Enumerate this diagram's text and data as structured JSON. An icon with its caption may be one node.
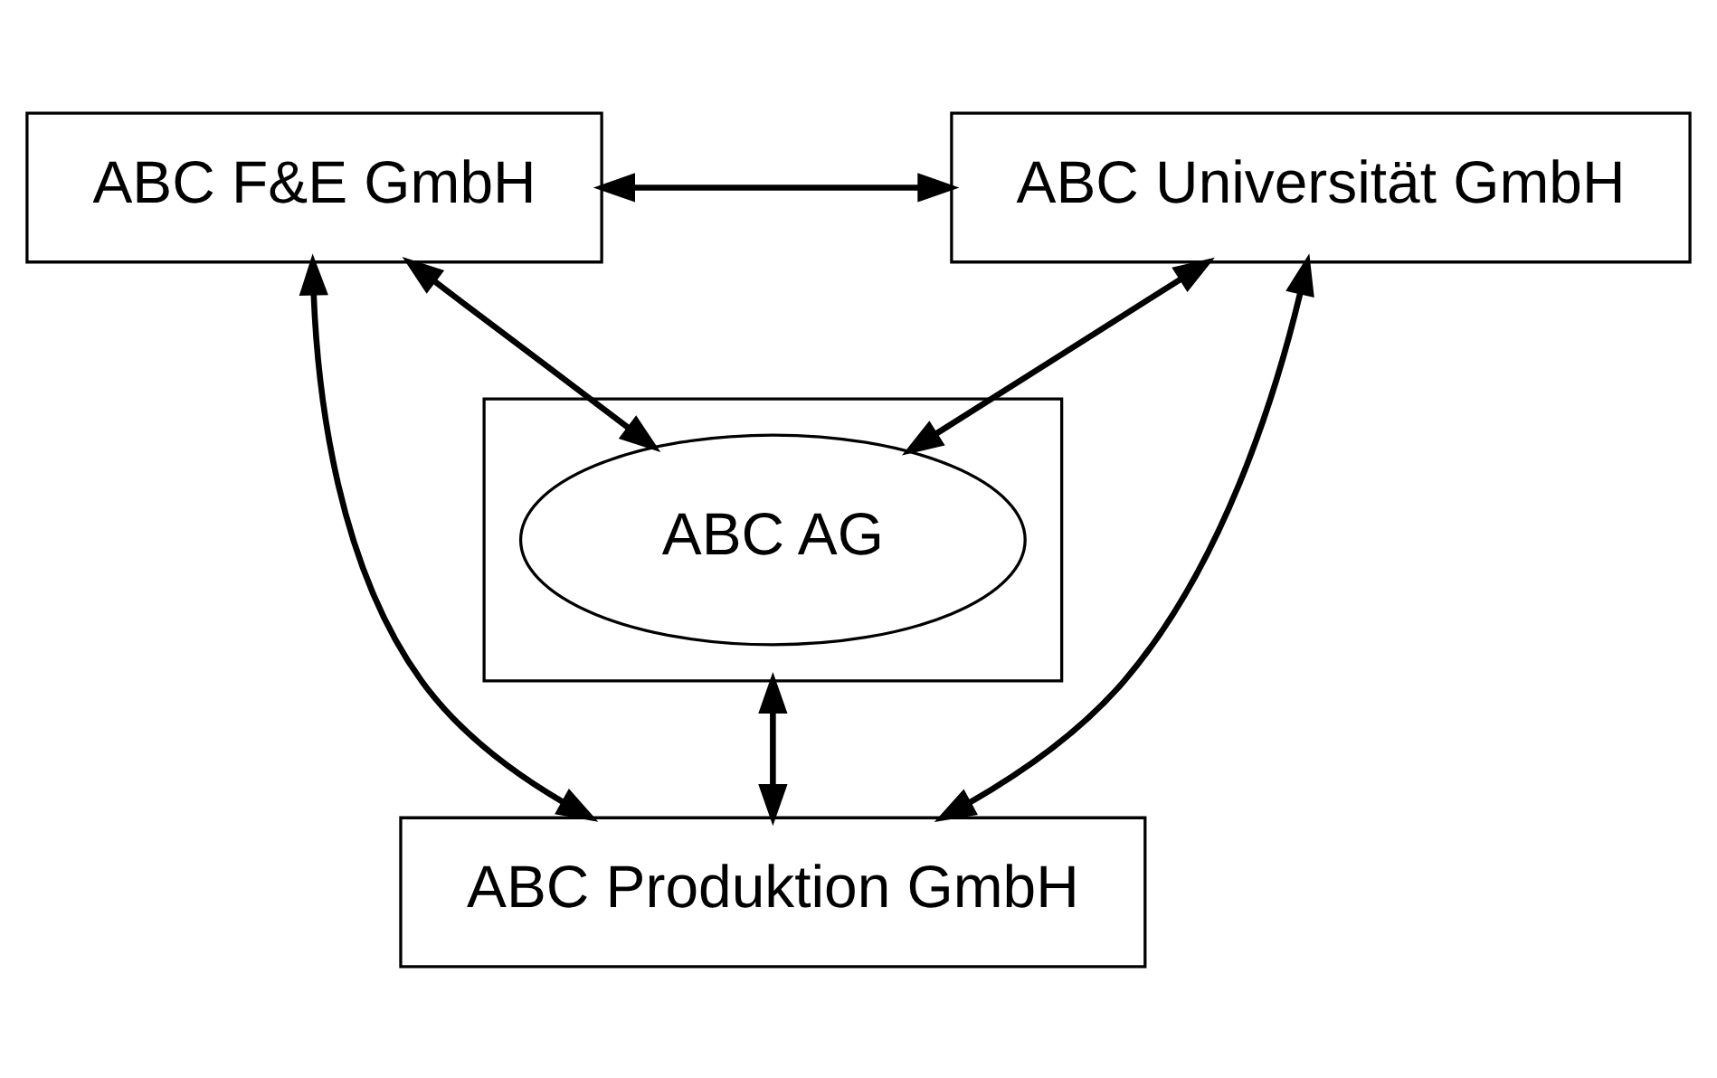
{
  "diagram": {
    "nodes": [
      {
        "text": [
          "ABC F&E GmbH"
        ]
      },
      {
        "text": [
          "ABC Universität GmbH"
        ]
      },
      {
        "text": [],
        "shape": "box"
      },
      {
        "text": [
          "ABC AG"
        ],
        "in": 2
      },
      {
        "text": [
          "ABC Produktion GmbH"
        ]
      }
    ],
    "edges": [
      {
        "from": 0,
        "to": 1,
        "arrow": "both"
      },
      {
        "from": 0,
        "to": 3,
        "arrow": "both"
      },
      {
        "from": 1,
        "to": 3,
        "arrow": "both"
      },
      {
        "from": 2,
        "to": 4,
        "arrow": "both"
      },
      {
        "from": 0,
        "to": 4,
        "arrow": "both"
      },
      {
        "from": 1,
        "to": 4,
        "arrow": "both"
      }
    ]
  }
}
